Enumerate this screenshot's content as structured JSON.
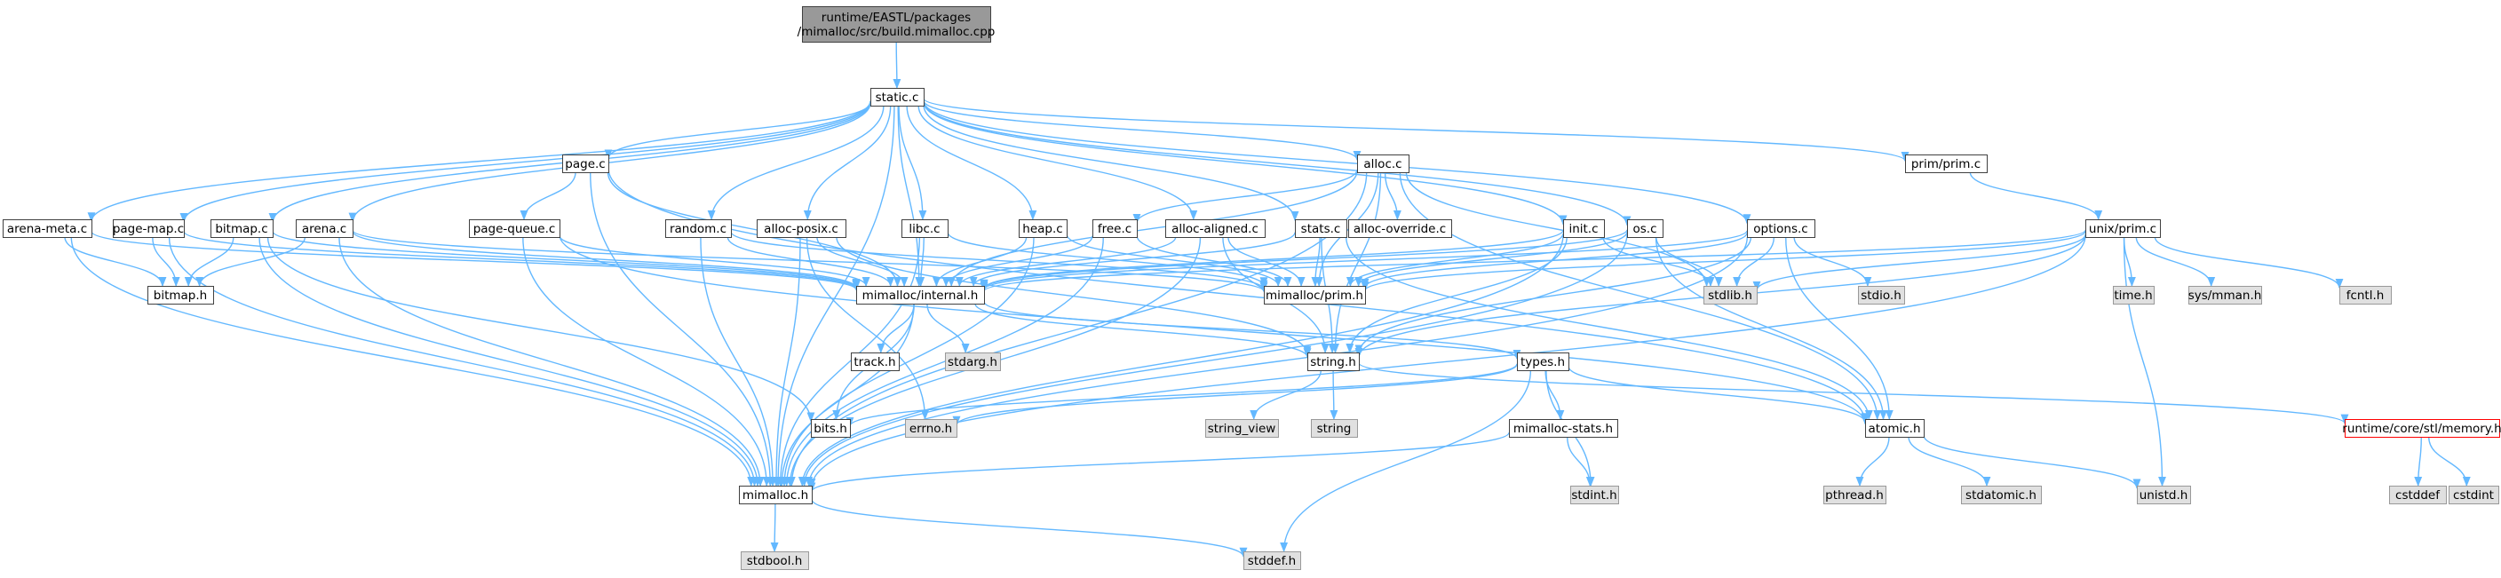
{
  "diagram": {
    "kind": "include-dependency-graph",
    "colors": {
      "edge": "#63b8ff",
      "node_fill": "#ffffff",
      "node_border": "#404040",
      "root_fill": "#999999",
      "external_fill": "#e0e0e0",
      "external_border": "#999999",
      "highlight_border": "#ff0000"
    },
    "nodes": [
      {
        "id": "root",
        "lines": [
          "runtime/EASTL/packages",
          "/mimalloc/src/build.mimalloc.cpp"
        ],
        "style": "root"
      },
      {
        "id": "static",
        "lines": [
          "static.c"
        ],
        "style": "normal"
      },
      {
        "id": "page",
        "lines": [
          "page.c"
        ],
        "style": "normal"
      },
      {
        "id": "alloc",
        "lines": [
          "alloc.c"
        ],
        "style": "normal"
      },
      {
        "id": "prim",
        "lines": [
          "prim/prim.c"
        ],
        "style": "normal"
      },
      {
        "id": "unixprim",
        "lines": [
          "unix/prim.c"
        ],
        "style": "normal"
      },
      {
        "id": "arenameta",
        "lines": [
          "arena-meta.c"
        ],
        "style": "normal"
      },
      {
        "id": "pagemap",
        "lines": [
          "page-map.c"
        ],
        "style": "normal"
      },
      {
        "id": "bitmapc",
        "lines": [
          "bitmap.c"
        ],
        "style": "normal"
      },
      {
        "id": "arena",
        "lines": [
          "arena.c"
        ],
        "style": "normal"
      },
      {
        "id": "pagequeue",
        "lines": [
          "page-queue.c"
        ],
        "style": "normal"
      },
      {
        "id": "random",
        "lines": [
          "random.c"
        ],
        "style": "normal"
      },
      {
        "id": "allocposix",
        "lines": [
          "alloc-posix.c"
        ],
        "style": "normal"
      },
      {
        "id": "libc",
        "lines": [
          "libc.c"
        ],
        "style": "normal"
      },
      {
        "id": "heap",
        "lines": [
          "heap.c"
        ],
        "style": "normal"
      },
      {
        "id": "free",
        "lines": [
          "free.c"
        ],
        "style": "normal"
      },
      {
        "id": "allocaligned",
        "lines": [
          "alloc-aligned.c"
        ],
        "style": "normal"
      },
      {
        "id": "stats",
        "lines": [
          "stats.c"
        ],
        "style": "normal"
      },
      {
        "id": "allocoverride",
        "lines": [
          "alloc-override.c"
        ],
        "style": "normal"
      },
      {
        "id": "init",
        "lines": [
          "init.c"
        ],
        "style": "normal"
      },
      {
        "id": "os",
        "lines": [
          "os.c"
        ],
        "style": "normal"
      },
      {
        "id": "options",
        "lines": [
          "options.c"
        ],
        "style": "normal"
      },
      {
        "id": "bitmaph",
        "lines": [
          "bitmap.h"
        ],
        "style": "normal"
      },
      {
        "id": "internal",
        "lines": [
          "mimalloc/internal.h"
        ],
        "style": "normal"
      },
      {
        "id": "primh",
        "lines": [
          "mimalloc/prim.h"
        ],
        "style": "normal"
      },
      {
        "id": "stdlib",
        "lines": [
          "stdlib.h"
        ],
        "style": "external"
      },
      {
        "id": "stdio",
        "lines": [
          "stdio.h"
        ],
        "style": "external"
      },
      {
        "id": "timeh",
        "lines": [
          "time.h"
        ],
        "style": "external"
      },
      {
        "id": "mman",
        "lines": [
          "sys/mman.h"
        ],
        "style": "external"
      },
      {
        "id": "fcntl",
        "lines": [
          "fcntl.h"
        ],
        "style": "external"
      },
      {
        "id": "track",
        "lines": [
          "track.h"
        ],
        "style": "normal"
      },
      {
        "id": "stdarg",
        "lines": [
          "stdarg.h"
        ],
        "style": "external"
      },
      {
        "id": "stringh",
        "lines": [
          "string.h"
        ],
        "style": "normal"
      },
      {
        "id": "types",
        "lines": [
          "types.h"
        ],
        "style": "normal"
      },
      {
        "id": "bits",
        "lines": [
          "bits.h"
        ],
        "style": "normal"
      },
      {
        "id": "errno",
        "lines": [
          "errno.h"
        ],
        "style": "external"
      },
      {
        "id": "stringview",
        "lines": [
          "string_view"
        ],
        "style": "external"
      },
      {
        "id": "string",
        "lines": [
          "string"
        ],
        "style": "external"
      },
      {
        "id": "stats_h",
        "lines": [
          "mimalloc-stats.h"
        ],
        "style": "normal"
      },
      {
        "id": "atomic",
        "lines": [
          "atomic.h"
        ],
        "style": "normal"
      },
      {
        "id": "memory",
        "lines": [
          "runtime/core/stl/memory.h"
        ],
        "style": "highlight"
      },
      {
        "id": "mimalloch",
        "lines": [
          "mimalloc.h"
        ],
        "style": "normal"
      },
      {
        "id": "stdint",
        "lines": [
          "stdint.h"
        ],
        "style": "external"
      },
      {
        "id": "pthread",
        "lines": [
          "pthread.h"
        ],
        "style": "external"
      },
      {
        "id": "stdatomic",
        "lines": [
          "stdatomic.h"
        ],
        "style": "external"
      },
      {
        "id": "unistd",
        "lines": [
          "unistd.h"
        ],
        "style": "external"
      },
      {
        "id": "cstddef",
        "lines": [
          "cstddef"
        ],
        "style": "external"
      },
      {
        "id": "cstdint",
        "lines": [
          "cstdint"
        ],
        "style": "external"
      },
      {
        "id": "stdbool",
        "lines": [
          "stdbool.h"
        ],
        "style": "external"
      },
      {
        "id": "stddef",
        "lines": [
          "stddef.h"
        ],
        "style": "external"
      }
    ],
    "edges": [
      [
        "root",
        "static"
      ],
      [
        "static",
        "arenameta"
      ],
      [
        "static",
        "pagemap"
      ],
      [
        "static",
        "bitmapc"
      ],
      [
        "static",
        "arena"
      ],
      [
        "static",
        "page"
      ],
      [
        "static",
        "random"
      ],
      [
        "static",
        "allocposix"
      ],
      [
        "static",
        "libc"
      ],
      [
        "static",
        "heap"
      ],
      [
        "static",
        "allocaligned"
      ],
      [
        "static",
        "stats"
      ],
      [
        "static",
        "alloc"
      ],
      [
        "static",
        "init"
      ],
      [
        "static",
        "os"
      ],
      [
        "static",
        "options"
      ],
      [
        "static",
        "prim"
      ],
      [
        "static",
        "internal"
      ],
      [
        "static",
        "mimalloch"
      ],
      [
        "prim",
        "unixprim"
      ],
      [
        "unixprim",
        "stdlib"
      ],
      [
        "unixprim",
        "timeh"
      ],
      [
        "unixprim",
        "mman"
      ],
      [
        "unixprim",
        "fcntl"
      ],
      [
        "unixprim",
        "unistd"
      ],
      [
        "unixprim",
        "internal"
      ],
      [
        "unixprim",
        "primh"
      ],
      [
        "unixprim",
        "mimalloch"
      ],
      [
        "unixprim",
        "stringh"
      ],
      [
        "page",
        "pagequeue"
      ],
      [
        "page",
        "internal"
      ],
      [
        "page",
        "mimalloch"
      ],
      [
        "page",
        "atomic"
      ],
      [
        "alloc",
        "internal"
      ],
      [
        "alloc",
        "primh"
      ],
      [
        "alloc",
        "stringh"
      ],
      [
        "alloc",
        "allocoverride"
      ],
      [
        "alloc",
        "free"
      ],
      [
        "alloc",
        "stdlib"
      ],
      [
        "alloc",
        "mimalloch"
      ],
      [
        "alloc",
        "atomic"
      ],
      [
        "arenameta",
        "bitmaph"
      ],
      [
        "arenameta",
        "internal"
      ],
      [
        "arenameta",
        "mimalloch"
      ],
      [
        "pagemap",
        "bitmaph"
      ],
      [
        "pagemap",
        "internal"
      ],
      [
        "pagemap",
        "mimalloch"
      ],
      [
        "bitmapc",
        "bitmaph"
      ],
      [
        "bitmapc",
        "internal"
      ],
      [
        "bitmapc",
        "mimalloch"
      ],
      [
        "bitmapc",
        "bits"
      ],
      [
        "arena",
        "bitmaph"
      ],
      [
        "arena",
        "internal"
      ],
      [
        "arena",
        "mimalloch"
      ],
      [
        "arena",
        "primh"
      ],
      [
        "pagequeue",
        "internal"
      ],
      [
        "pagequeue",
        "mimalloch"
      ],
      [
        "pagequeue",
        "atomic"
      ],
      [
        "random",
        "internal"
      ],
      [
        "random",
        "mimalloch"
      ],
      [
        "random",
        "primh"
      ],
      [
        "allocposix",
        "internal"
      ],
      [
        "allocposix",
        "mimalloch"
      ],
      [
        "allocposix",
        "errno"
      ],
      [
        "allocposix",
        "stringh"
      ],
      [
        "libc",
        "internal"
      ],
      [
        "libc",
        "mimalloch"
      ],
      [
        "libc",
        "primh"
      ],
      [
        "heap",
        "internal"
      ],
      [
        "heap",
        "mimalloch"
      ],
      [
        "heap",
        "primh"
      ],
      [
        "free",
        "internal"
      ],
      [
        "free",
        "mimalloch"
      ],
      [
        "free",
        "primh"
      ],
      [
        "allocaligned",
        "internal"
      ],
      [
        "allocaligned",
        "mimalloch"
      ],
      [
        "allocaligned",
        "primh"
      ],
      [
        "allocaligned",
        "stringh"
      ],
      [
        "stats",
        "internal"
      ],
      [
        "stats",
        "primh"
      ],
      [
        "stats",
        "stringh"
      ],
      [
        "stats",
        "atomic"
      ],
      [
        "init",
        "internal"
      ],
      [
        "init",
        "primh"
      ],
      [
        "init",
        "stringh"
      ],
      [
        "init",
        "mimalloch"
      ],
      [
        "init",
        "stdlib"
      ],
      [
        "os",
        "internal"
      ],
      [
        "os",
        "primh"
      ],
      [
        "os",
        "mimalloch"
      ],
      [
        "os",
        "atomic"
      ],
      [
        "os",
        "stdlib"
      ],
      [
        "options",
        "internal"
      ],
      [
        "options",
        "primh"
      ],
      [
        "options",
        "stdio"
      ],
      [
        "options",
        "stdlib"
      ],
      [
        "options",
        "stringh"
      ],
      [
        "options",
        "atomic"
      ],
      [
        "options",
        "mimalloch"
      ],
      [
        "internal",
        "track"
      ],
      [
        "internal",
        "stdarg"
      ],
      [
        "internal",
        "stringh"
      ],
      [
        "internal",
        "types"
      ],
      [
        "internal",
        "bits"
      ],
      [
        "internal",
        "mimalloch"
      ],
      [
        "stringh",
        "stringview"
      ],
      [
        "stringh",
        "string"
      ],
      [
        "stringh",
        "memory"
      ],
      [
        "types",
        "atomic"
      ],
      [
        "types",
        "stats_h"
      ],
      [
        "types",
        "stdint"
      ],
      [
        "types",
        "errno"
      ],
      [
        "types",
        "bits"
      ],
      [
        "types",
        "stddef"
      ],
      [
        "stats_h",
        "mimalloch"
      ],
      [
        "stats_h",
        "stdint"
      ],
      [
        "atomic",
        "pthread"
      ],
      [
        "atomic",
        "stdatomic"
      ],
      [
        "atomic",
        "unistd"
      ],
      [
        "memory",
        "cstddef"
      ],
      [
        "memory",
        "cstdint"
      ],
      [
        "mimalloch",
        "stdbool"
      ],
      [
        "mimalloch",
        "stddef"
      ]
    ]
  }
}
